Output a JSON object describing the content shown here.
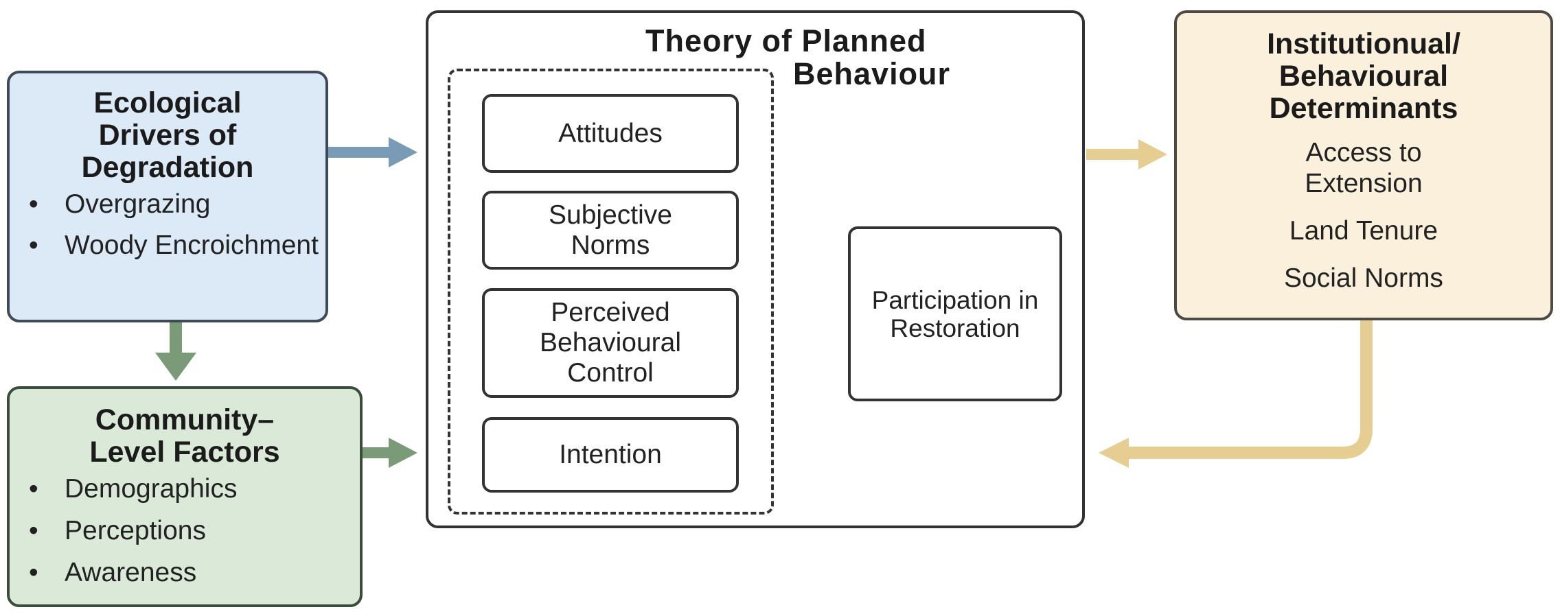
{
  "ecological": {
    "title_lines": [
      "Ecological",
      "Drivers of",
      "Degradation"
    ],
    "items": [
      "Overgrazing",
      "Woody Encroichment"
    ]
  },
  "community": {
    "title_lines": [
      "Community–",
      "Level Factors"
    ],
    "items": [
      "Demographics",
      "Perceptions",
      "Awareness"
    ]
  },
  "tpb": {
    "title_lines": [
      "Theory of Planned",
      "Behaviour"
    ],
    "constructs": {
      "attitudes": "Attitudes",
      "subjective_norms": "Subjective Norms",
      "perceived_control": "Perceived Behavioural Control",
      "intention": "Intention"
    },
    "outcome": "Participation in Restoration"
  },
  "institutional": {
    "title_lines": [
      "Institutionual/",
      "Behavioural",
      "Determinants"
    ],
    "items": [
      "Access to Extension",
      "Land Tenure",
      "Social Norms"
    ]
  },
  "colors": {
    "ecological_fill": "#dce9f6",
    "community_fill": "#dbead8",
    "institutional_fill": "#fbf0dc",
    "blue_arrow": "#7a9bb6",
    "green_arrow": "#7a9a78",
    "tan_arrow": "#e6cd92"
  }
}
